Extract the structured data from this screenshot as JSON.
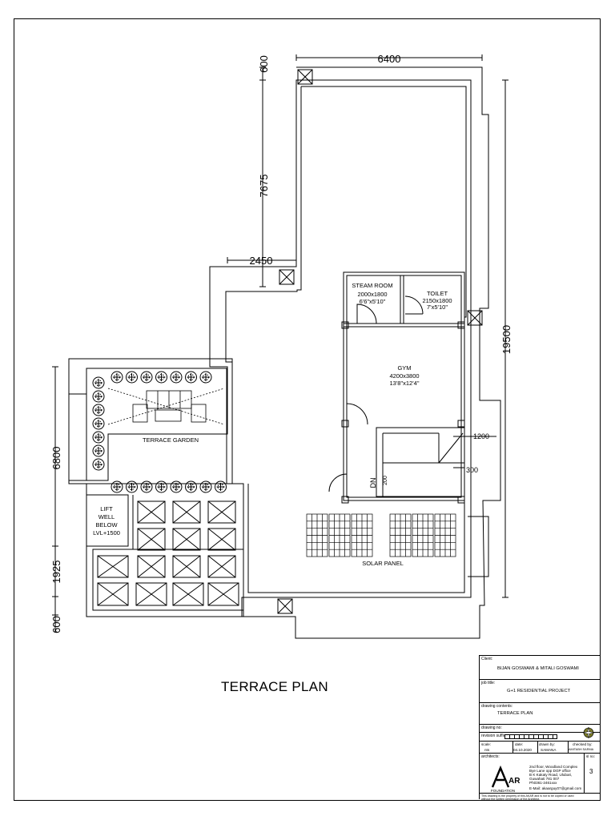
{
  "drawing": {
    "title": "TERRACE PLAN",
    "dimensions": {
      "top_width": "6400",
      "top_offset": "600",
      "upper_left_height": "7675",
      "step_width": "2450",
      "right_height": "19500",
      "left_height_1": "6800",
      "left_height_2": "1925",
      "left_height_3": "600",
      "landing_width": "1200",
      "landing_depth": "300",
      "stair_gap": "200"
    },
    "rooms": {
      "steam_room": {
        "name": "STEAM ROOM",
        "size_mm": "2000x1800",
        "size_ft": "6'6\"x5'10\""
      },
      "toilet": {
        "name": "TOILET",
        "size_mm": "2150x1800",
        "size_ft": "7'x5'10\""
      },
      "gym": {
        "name": "GYM",
        "size_mm": "4200x3800",
        "size_ft": "13'8\"x12'4\""
      },
      "terrace_garden": {
        "name": "TERRACE GARDEN"
      },
      "lift_well": {
        "line1": "LIFT",
        "line2": "WELL",
        "line3": "BELOW",
        "line4": "LVL+1500"
      },
      "solar_panel": {
        "name": "SOLAR PANEL"
      },
      "stair_dn": "DN"
    }
  },
  "title_block": {
    "client_label": "Client:",
    "client": "BIJAN GOSWAMI & MITALI GOSWAMI",
    "job_title_label": "job title:",
    "job_title": "G+1 RESIDENTIAL PROJECT",
    "drawing_contents_label": "drawing contents:",
    "drawing_contents": "TERRACE PLAN",
    "drawing_no_label": "drawing no:",
    "revision_suffix_label": "revision suffix",
    "scale_label": "scale:",
    "scale_value": "nts",
    "date_label": "date:",
    "date_value": "04.10.2020",
    "drawn_by_label": "drawn by:",
    "drawn_by_value": "SAMANA",
    "checked_by_label": "checked by:",
    "checked_by_value": "AMITABH SARMA",
    "architects_label": "architects:",
    "firm_name": "FOUNDATION",
    "address_1": "2nd floor, Woodland Complex",
    "address_2": "Bye Lane opp DGP office",
    "address_3": "B K Kakaty Road, Ulubari,",
    "address_4": "Guwahati 781 007",
    "phone": "Ph0361-2461xxx",
    "email": "E-Mail: akaarguy07@gmail.com",
    "sheet_label": "sl no:",
    "sheet_no": "3",
    "disclaimer_1": "This drawing is the property of this AKAR and is not to be copied or used",
    "disclaimer_2": "without the written permission of the Architect."
  }
}
